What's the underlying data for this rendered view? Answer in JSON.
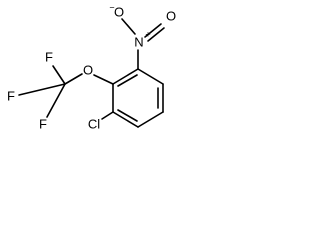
{
  "molecule": {
    "atoms": {
      "o_minus": "O",
      "o_minus_charge": "−",
      "nitro_n": "N",
      "nitro_n_charge": "+",
      "nitro_o": "O",
      "ether_o": "O",
      "f_top": "F",
      "f_left": "F",
      "f_bottom": "F",
      "cl": "Cl"
    }
  }
}
